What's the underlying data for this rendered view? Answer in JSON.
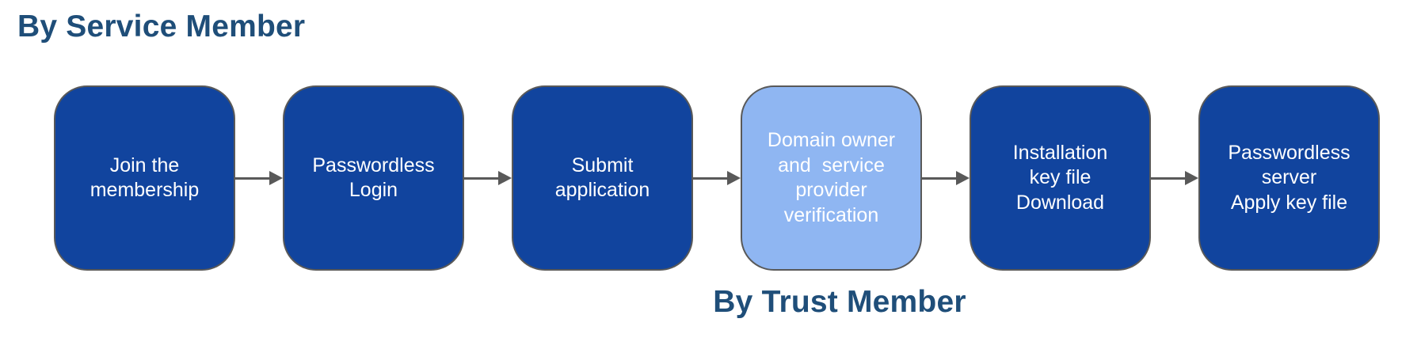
{
  "titles": {
    "service_member": "By Service Member",
    "trust_member": "By Trust Member"
  },
  "colors": {
    "dark_box": "#11449e",
    "light_box": "#8fb6f2",
    "box_border": "#595959",
    "arrow": "#595959",
    "title_text": "#1f4e79",
    "box_text": "#ffffff"
  },
  "flow": {
    "steps": [
      {
        "label": "Join the\nmembership",
        "variant": "dark"
      },
      {
        "label": "Passwordless\nLogin",
        "variant": "dark"
      },
      {
        "label": "Submit\napplication",
        "variant": "dark"
      },
      {
        "label": "Domain owner\nand  service\nprovider\nverification",
        "variant": "light"
      },
      {
        "label": "Installation\nkey file\nDownload",
        "variant": "dark"
      },
      {
        "label": "Passwordless\nserver\nApply key file",
        "variant": "dark"
      }
    ]
  }
}
